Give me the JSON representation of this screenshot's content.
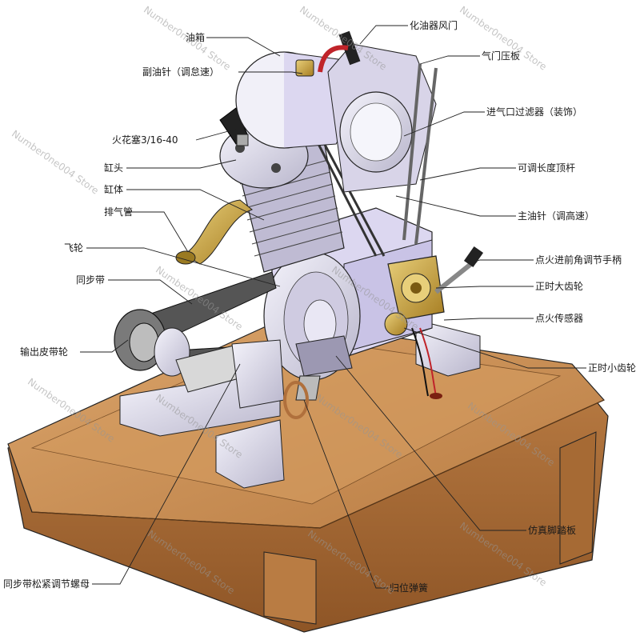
{
  "labels": {
    "fuel_tank": "油箱",
    "aux_needle": "副油针（调怠速）",
    "spark_plug": "火花塞3/16-40",
    "cylinder_head": "缸头",
    "cylinder_body": "缸体",
    "exhaust_pipe": "排气管",
    "flywheel": "飞轮",
    "timing_belt": "同步带",
    "output_pulley": "输出皮带轮",
    "belt_nut": "同步带松紧调节螺母",
    "carb_damper": "化油器风门",
    "throttle_plate": "气门压板",
    "intake_filter": "进气口过滤器（装饰）",
    "pushrod": "可调长度顶杆",
    "main_needle": "主油针（调高速）",
    "ignition_handle": "点火进前角调节手柄",
    "big_gear": "正时大齿轮",
    "ignition_sensor": "点火传感器",
    "small_gear": "正时小齿轮",
    "pedal": "仿真脚踏板",
    "return_spring": "归位弹簧"
  },
  "watermark": "Number0ne004 Store",
  "colors": {
    "wood": "#c98d52",
    "wood_dark": "#a66a34",
    "metal": "#d6d3e6",
    "metal_dark": "#8d8aa3",
    "brass": "#c9a23a",
    "line": "#222222"
  }
}
